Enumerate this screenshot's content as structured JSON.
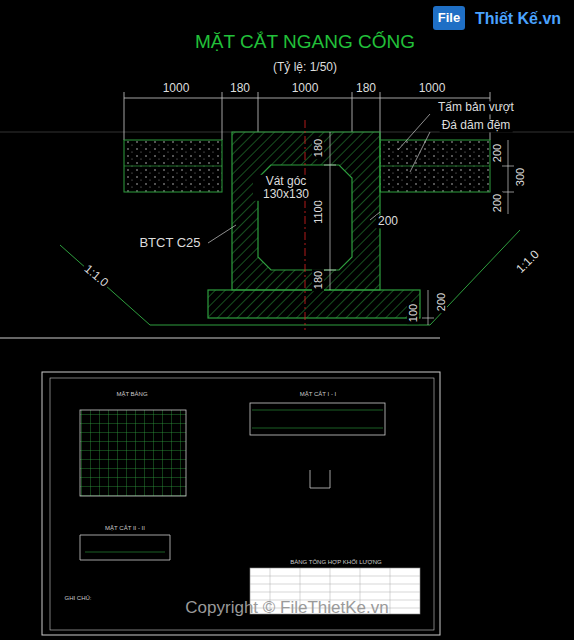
{
  "diagram": {
    "title": "MẶT CẮT NGANG CỐNG",
    "labels": [
      "(Tỷ lệ: 1/50)",
      "1000",
      "180",
      "1000",
      "180",
      "1000",
      "Tấm bản vượt",
      "Đá dăm đệm",
      "180",
      "1100",
      "180",
      "200",
      "300",
      "200",
      "Vát góc 130x130",
      "200",
      "BTCT C25",
      "1:1.0",
      "1:1.0",
      "100",
      "200",
      "MẶT BẰNG",
      "MẶT CẮT I - I",
      "MẶT CẮT II - II",
      "BẢNG TỔNG HỢP KHỐI LƯỢNG",
      "GHI CHÚ:",
      "Copyright © FileThietKe.vn",
      "File",
      "Thiết Kế.vn"
    ]
  }
}
